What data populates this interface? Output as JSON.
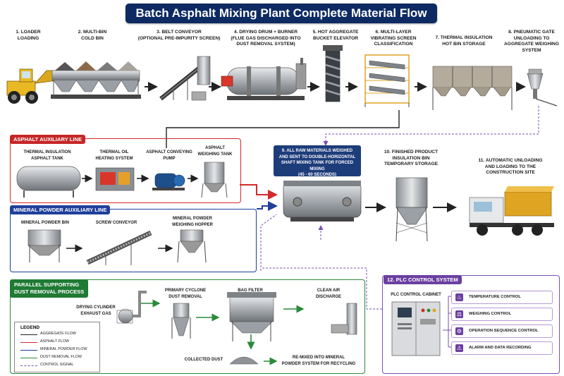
{
  "title": "Batch Asphalt Mixing Plant Complete Material Flow",
  "steps": {
    "s1": "1. LOADER\nLOADING",
    "s2": "2. MULTI-BIN\nCOLD BIN",
    "s3": "3. BELT CONVEYOR\n(OPTIONAL PRE-IMPURITY SCREEN)",
    "s4": "4. DRYING DRUM + BURNER\n(FLUE GAS DISCHARGED INTO\nDUST REMOVAL SYSTEM)",
    "s5": "5. HOT AGGREGATE\nBUCKET ELEVATOR",
    "s6": "6. MULTI-LAYER\nVIBRATING SCREEN\nCLASSIFICATION",
    "s7": "7. THERMAL INSULATION\nHOT BIN STORAGE",
    "s8": "8. PNEUMATIC GATE\nUNLOADING TO\nAGGREGATE WEIGHING\nSYSTEM",
    "s9": "9. ALL RAW MATERIALS WEIGHED\nAND SENT TO DOUBLE-HORIZONTAL\nSHAFT MIXING TANK FOR FORCED MIXING\n(45 - 60 SECONDS)",
    "s10": "10. FINISHED PRODUCT\nINSULATION BIN\nTEMPORARY STORAGE",
    "s11": "11. AUTOMATIC UNLOADING\nAND LOADING TO THE\nCONSTRUCTION SITE"
  },
  "asphalt_line": {
    "title": "Asphalt Auxiliary Line",
    "items": [
      "THERMAL INSULATION\nASPHALT TANK",
      "THERMAL OIL\nHEATING SYSTEM",
      "ASPHALT CONVEYING\nPUMP",
      "ASPHALT\nWEIGHING TANK"
    ]
  },
  "mineral_line": {
    "title": "Mineral Powder Auxiliary Line",
    "items": [
      "MINERAL POWDER BIN",
      "SCREW CONVEYOR",
      "MINERAL POWDER\nWEIGHING HOPPER"
    ]
  },
  "dust_line": {
    "title": "Parallel Supporting\nDust Removal Process",
    "items": [
      "DRYING CYLINDER\nEXHAUST GAS",
      "PRIMARY CYCLONE\nDUST REMOVAL",
      "BAG FILTER",
      "CLEAN AIR\nDISCHARGE",
      "COLLECTED DUST",
      "RE-MIXED INTO MINERAL\nPOWDER SYSTEM FOR RECYCLING"
    ]
  },
  "plc": {
    "title": "12. PLC Control System",
    "cabinet": "PLC CONTROL CABINET",
    "items": [
      {
        "label": "Temperature Control",
        "icon": "thermometer-icon"
      },
      {
        "label": "Weighing Control",
        "icon": "scale-icon"
      },
      {
        "label": "Operation Sequence Control",
        "icon": "gear-icon"
      },
      {
        "label": "Alarm and Data Recording",
        "icon": "bell-icon"
      }
    ]
  },
  "legend": {
    "title": "LEGEND",
    "items": [
      {
        "label": "AGGREGATE FLOW",
        "color": "#222222",
        "style": "solid"
      },
      {
        "label": "ASPHALT FLOW",
        "color": "#d32a2a",
        "style": "solid"
      },
      {
        "label": "MINERAL POWDER FLOW",
        "color": "#1f3f9a",
        "style": "solid"
      },
      {
        "label": "DUST REMOVAL FLOW",
        "color": "#2a8a3a",
        "style": "solid"
      },
      {
        "label": "CONTROL SIGNAL",
        "color": "#7a4fb0",
        "style": "dashed"
      }
    ]
  },
  "colors": {
    "title_bg": "#0d2a63",
    "asphalt": "#d32a2a",
    "mineral": "#1f3f9a",
    "dust": "#2a8a3a",
    "control": "#7a4fb0",
    "aggregate": "#222222"
  }
}
